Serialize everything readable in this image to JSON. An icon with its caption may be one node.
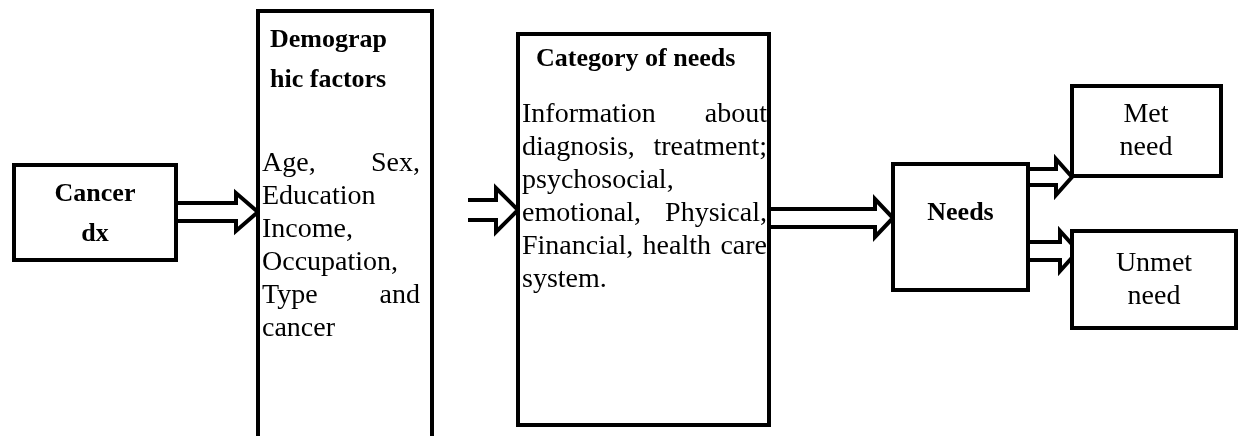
{
  "diagram": {
    "nodes": [
      {
        "text": [
          "Cancer dx"
        ]
      },
      {
        "text": [
          "Demograp hic factors",
          "Age, Sex, Education Income, Occupation, Type and cancer"
        ]
      },
      {
        "text": [
          "Category of needs",
          "Information about diagnosis, treatment; psychosocial, emotional, Physical, Financial, health care system."
        ]
      },
      {
        "text": [
          "Needs"
        ]
      },
      {
        "text": [
          "Met need"
        ]
      },
      {
        "text": [
          "Unmet need"
        ]
      }
    ],
    "edges": [
      {
        "from": 0,
        "to": 1,
        "arrow": "to"
      },
      {
        "from": 1,
        "to": 2,
        "arrow": "to"
      },
      {
        "from": 2,
        "to": 3,
        "arrow": "to"
      },
      {
        "from": 3,
        "to": 4,
        "arrow": "to"
      },
      {
        "from": 3,
        "to": 5,
        "arrow": "to"
      }
    ]
  }
}
